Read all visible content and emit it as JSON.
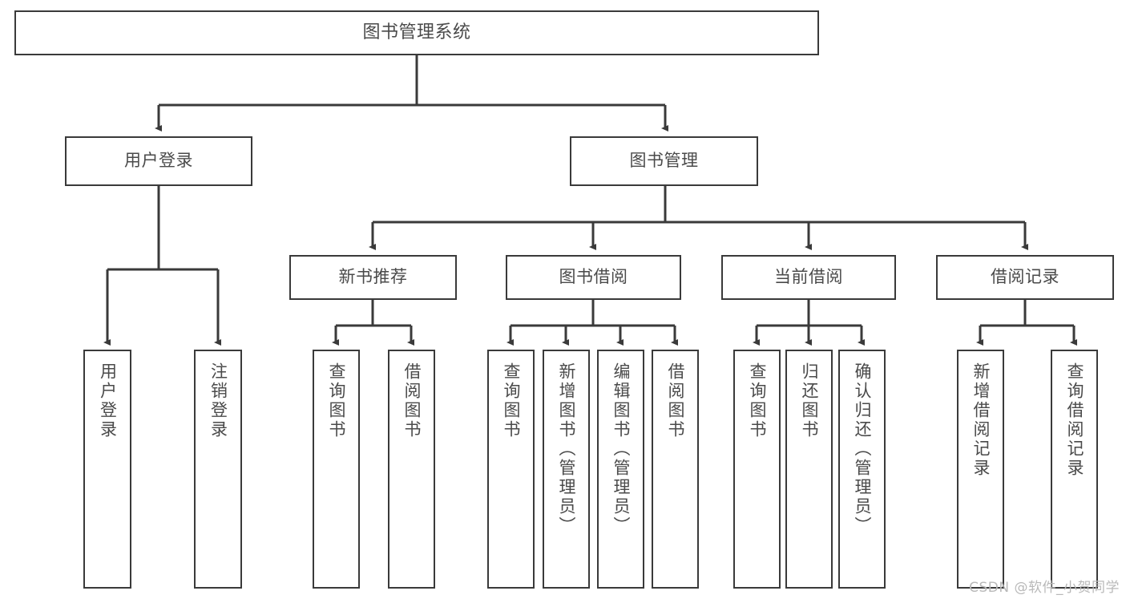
{
  "diagram": {
    "type": "tree-hierarchy",
    "title": "图书管理系统",
    "watermark": "CSDN @软件_小贺同学",
    "colors": {
      "background": "#ffffff",
      "box_border": "#3a3a3a",
      "box_fill": "#ffffff",
      "text": "#4a4a4a",
      "connector": "#3a3a3a",
      "watermark": "#b9b9b9"
    },
    "nodes": {
      "root": {
        "label": "图书管理系统"
      },
      "level1": [
        {
          "label": "用户登录"
        },
        {
          "label": "图书管理"
        }
      ],
      "level2": [
        {
          "label": "新书推荐"
        },
        {
          "label": "图书借阅"
        },
        {
          "label": "当前借阅"
        },
        {
          "label": "借阅记录"
        }
      ],
      "leaves_user_login": [
        {
          "label": "用户登录"
        },
        {
          "label": "注销登录"
        }
      ],
      "leaves_new_book": [
        {
          "label": "查询图书"
        },
        {
          "label": "借阅图书"
        }
      ],
      "leaves_borrow": [
        {
          "label": "查询图书"
        },
        {
          "label": "新增图书（管理员）"
        },
        {
          "label": "编辑图书（管理员）"
        },
        {
          "label": "借阅图书"
        }
      ],
      "leaves_current": [
        {
          "label": "查询图书"
        },
        {
          "label": "归还图书"
        },
        {
          "label": "确认归还（管理员）"
        }
      ],
      "leaves_record": [
        {
          "label": "新增借阅记录"
        },
        {
          "label": "查询借阅记录"
        }
      ]
    }
  }
}
